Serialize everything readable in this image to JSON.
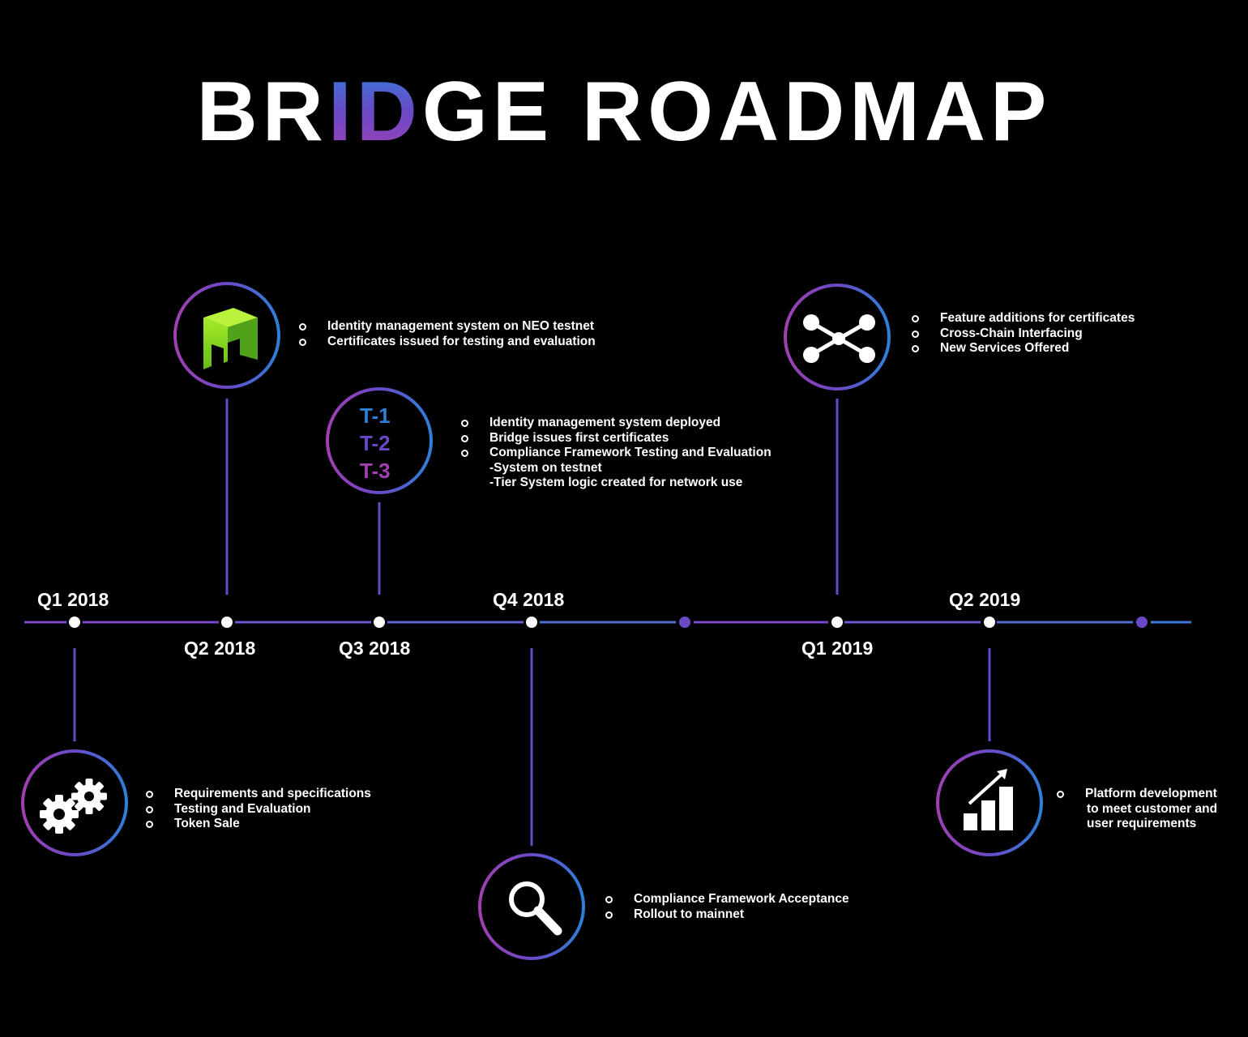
{
  "title": {
    "part1": "BR",
    "part2": "ID",
    "part3": "GE ROADMAP"
  },
  "colors": {
    "blue": "#2f7fd8",
    "violet": "#6a49c7",
    "magenta": "#a13fb0",
    "neo_green": "#7fd321",
    "background": "#000000",
    "text": "#ffffff"
  },
  "tiers": [
    "T-1",
    "T-2",
    "T-3"
  ],
  "milestones": [
    {
      "quarter": "Q1 2018",
      "icon": "gears-icon",
      "bullets": [
        "Requirements and specifications",
        "Testing and Evaluation",
        "Token Sale"
      ]
    },
    {
      "quarter": "Q2 2018",
      "icon": "neo-logo-icon",
      "bullets": [
        "Identity management system on NEO testnet",
        "Certificates issued for testing and evaluation"
      ]
    },
    {
      "quarter": "Q3 2018",
      "icon": "tiers-icon",
      "bullets": [
        "Identity management system deployed",
        "Bridge issues first certificates",
        "Compliance Framework Testing and Evaluation"
      ],
      "sub_bullets": [
        "-System on testnet",
        "-Tier System logic created for network use"
      ]
    },
    {
      "quarter": "Q4 2018",
      "icon": "magnifier-icon",
      "bullets": [
        "Compliance Framework Acceptance",
        "Rollout to mainnet"
      ]
    },
    {
      "quarter": "Q1 2019",
      "icon": "network-nodes-icon",
      "bullets": [
        "Feature additions for certificates",
        "Cross-Chain Interfacing",
        "New Services Offered"
      ]
    },
    {
      "quarter": "Q2 2019",
      "icon": "growth-chart-icon",
      "bullets": [
        "Platform development",
        "to meet customer and",
        "user requirements"
      ]
    }
  ]
}
